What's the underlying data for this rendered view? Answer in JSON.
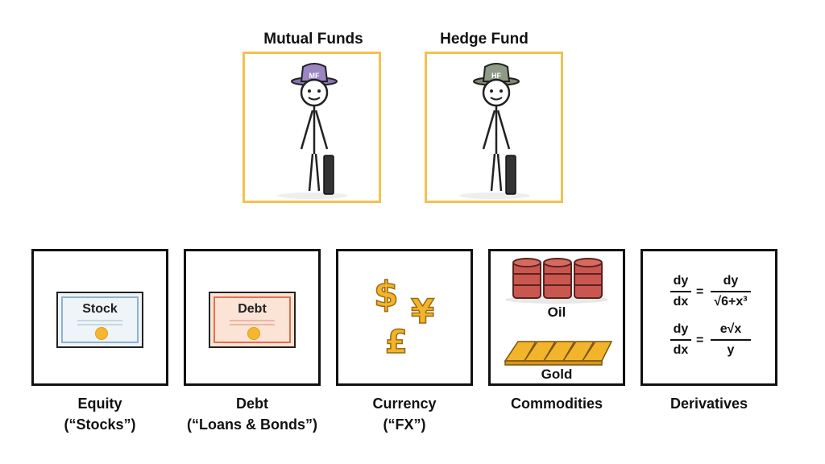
{
  "funds": [
    {
      "title": "Mutual Funds",
      "hat_badge": "MF",
      "hat_color": "#9b86c2"
    },
    {
      "title": "Hedge Fund",
      "hat_badge": "HF",
      "hat_color": "#8e9b86"
    }
  ],
  "assets": [
    {
      "label_line1": "Equity",
      "label_line2": "(“Stocks”)",
      "icon": "stock-certificate-icon",
      "certificate_text": "Stock"
    },
    {
      "label_line1": "Debt",
      "label_line2": "(“Loans & Bonds”)",
      "icon": "debt-certificate-icon",
      "certificate_text": "Debt"
    },
    {
      "label_line1": "Currency",
      "label_line2": "(“FX”)",
      "icon": "currency-symbols-icon",
      "symbols": [
        "$",
        "¥",
        "£"
      ]
    },
    {
      "label_line1": "Commodities",
      "label_line2": "",
      "icon": "commodities-icon",
      "items": [
        "Oil",
        "Gold"
      ]
    },
    {
      "label_line1": "Derivatives",
      "label_line2": "",
      "icon": "derivative-formula-icon",
      "formula": {
        "eq1_lhs_num": "dy",
        "eq1_lhs_den": "dx",
        "eq1_rhs_num": "dy",
        "eq1_rhs_den": "√6+x³",
        "eq2_lhs_num": "dy",
        "eq2_lhs_den": "dx",
        "eq2_rhs_num": "e√x",
        "eq2_rhs_den": "y",
        "equals": "="
      }
    }
  ],
  "colors": {
    "fund_border": "#f2c14e",
    "asset_border": "#111111",
    "oil_barrel": "#c9574f",
    "gold": "#f2b42a",
    "stock_cert": "#8fb2cf",
    "debt_cert": "#e0714f"
  }
}
